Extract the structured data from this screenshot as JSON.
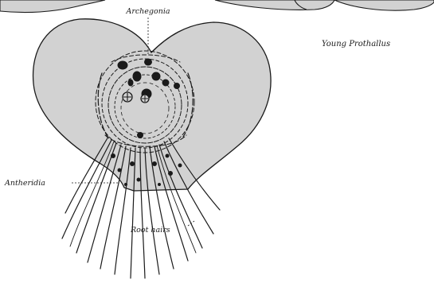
{
  "labels": {
    "archegonia": "Archegonia",
    "young_prothallus": "Young Prothallus",
    "antheridia": "Antheridia",
    "root_hairs": "Root hairs"
  },
  "colors": {
    "paper": "#ffffff",
    "tissue": "#d2d2d2",
    "ink": "#1a1a1a"
  }
}
